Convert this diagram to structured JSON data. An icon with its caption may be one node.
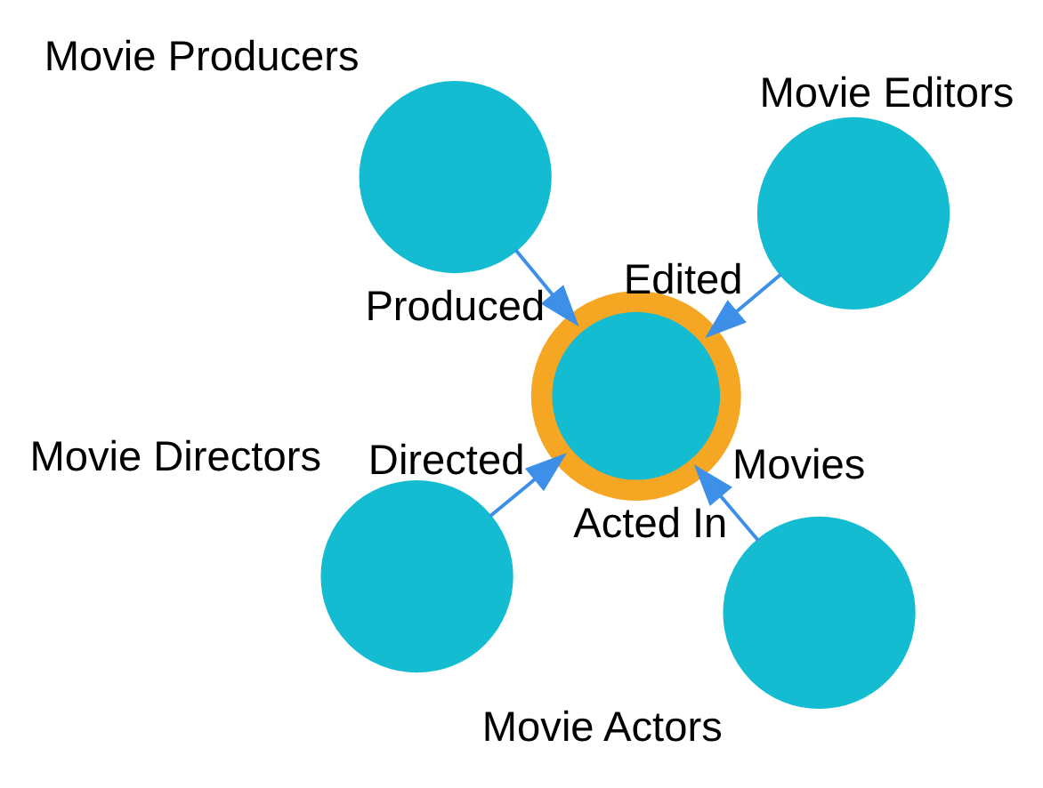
{
  "diagram": {
    "nodes": [
      {
        "text": [
          "Movie Directors"
        ]
      },
      {
        "text": [
          "Movie Actors"
        ]
      },
      {
        "text": [
          "Movies"
        ]
      },
      {
        "text": [
          "Movie Producers"
        ]
      },
      {
        "text": [
          "Movie Editors"
        ]
      }
    ],
    "edges": [
      {
        "from": 0,
        "to": 2,
        "arrow": "to",
        "label": "Directed"
      },
      {
        "from": 1,
        "to": 2,
        "arrow": "to",
        "label": "Acted In"
      },
      {
        "from": 3,
        "to": 2,
        "arrow": "to",
        "label": "Produced"
      },
      {
        "from": 4,
        "to": 2,
        "arrow": "to",
        "label": "Edited"
      }
    ]
  }
}
